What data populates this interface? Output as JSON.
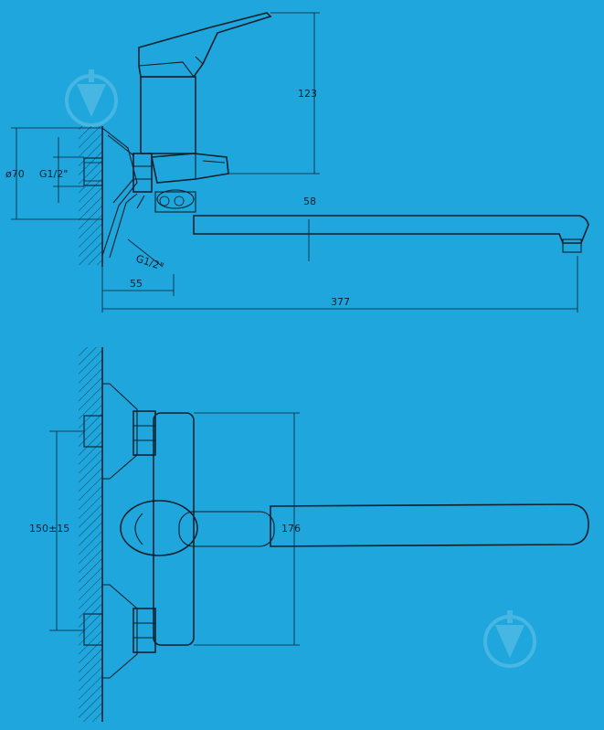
{
  "colors": {
    "background": "#1fa6dc",
    "ink": "#0c1f2c",
    "watermark": "#ffffff"
  },
  "icons": [
    "watermark-logo-icon"
  ],
  "side_view": {
    "dim_height": "123",
    "dim_wall": "58",
    "dim_flange_dia": "ø70",
    "dim_thread_top": "G1/2\"",
    "dim_thread_bottom": "G1/2\"",
    "dim_offset": "55",
    "dim_spout_length": "377"
  },
  "front_view": {
    "dim_centers": "150±15",
    "dim_spout": "176"
  }
}
